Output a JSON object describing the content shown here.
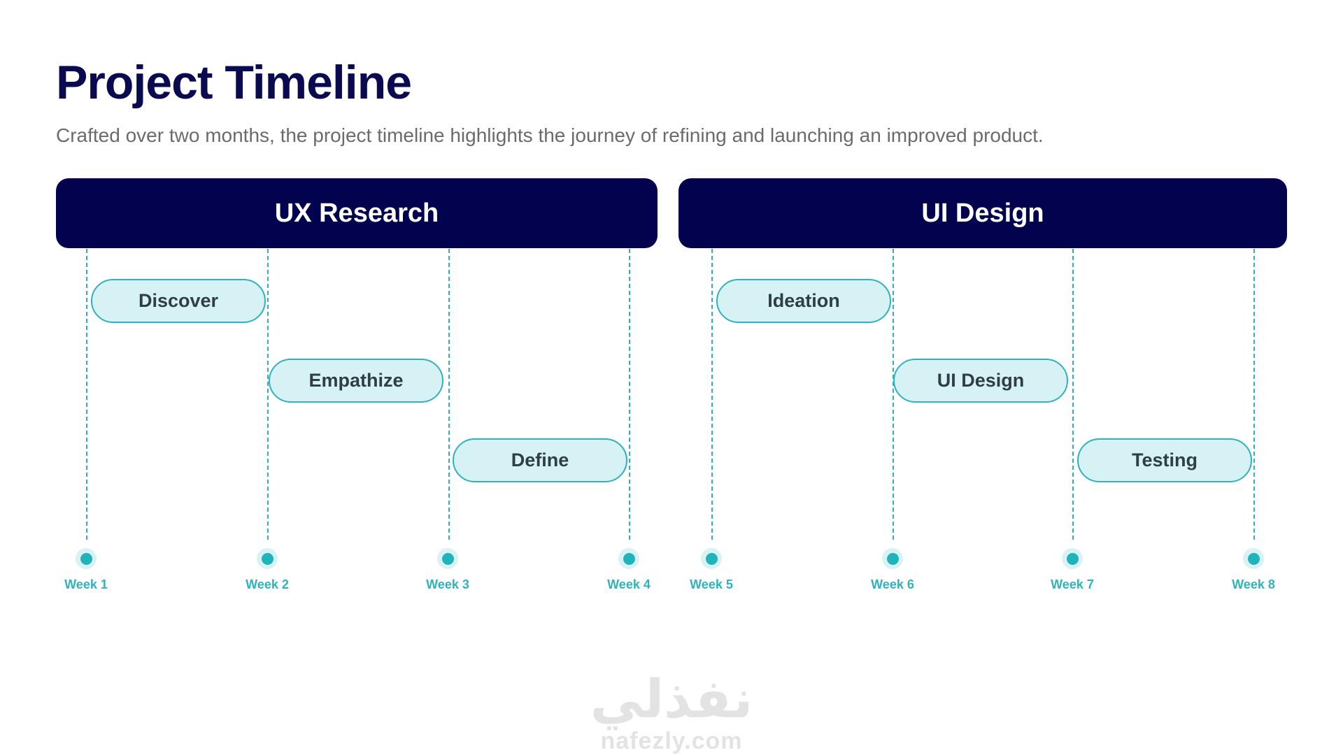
{
  "title": "Project Timeline",
  "subtitle": "Crafted over two months, the project timeline highlights the journey of refining and launching an improved product.",
  "phases": [
    {
      "label": "UX Research"
    },
    {
      "label": "UI Design"
    }
  ],
  "tasks": [
    {
      "label": "Discover"
    },
    {
      "label": "Empathize"
    },
    {
      "label": "Define"
    },
    {
      "label": "Ideation"
    },
    {
      "label": "UI Design"
    },
    {
      "label": "Testing"
    }
  ],
  "weeks": [
    "Week 1",
    "Week 2",
    "Week 3",
    "Week 4",
    "Week 5",
    "Week 6",
    "Week 7",
    "Week 8"
  ],
  "watermark": {
    "arabic": "نفذلي",
    "latin": "nafezly.com"
  },
  "colors": {
    "header": "#03024f",
    "title": "#0a0a50",
    "accent": "#2eb3bd",
    "task_fill": "#d6f2f4"
  }
}
